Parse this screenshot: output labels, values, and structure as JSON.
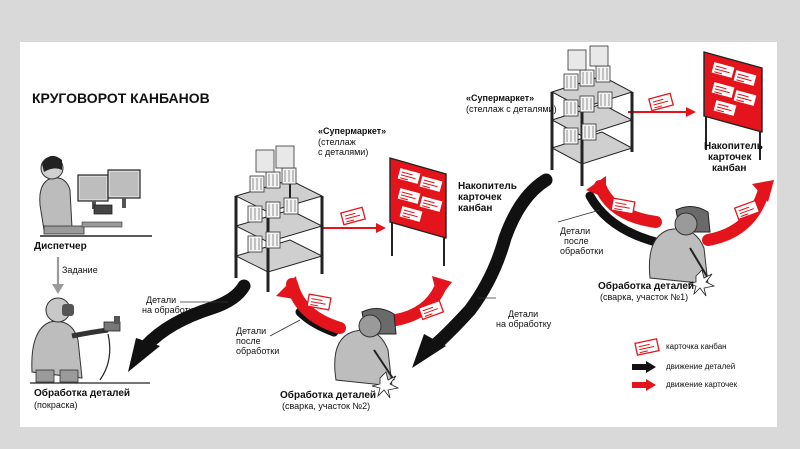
{
  "title": "КРУГОВОРОТ КАНБАНОВ",
  "dispatcher": {
    "label": "Диспетчер",
    "task_label": "Задание"
  },
  "painting": {
    "title": "Обработка деталей",
    "subtitle": "(покраска)"
  },
  "flow_left": {
    "label_line1": "Детали",
    "label_line2": "на обработку"
  },
  "supermarket_1": {
    "title": "«Супермаркет»",
    "line1": "(стеллаж",
    "line2": "с деталями)"
  },
  "board_1": {
    "line1": "Накопитель",
    "line2": "карточек",
    "line3": "канбан"
  },
  "after_1": {
    "line1": "Детали",
    "line2": "после",
    "line3": "обработки"
  },
  "welding_2": {
    "title": "Обработка деталей",
    "subtitle": "(сварка, участок №2)"
  },
  "flow_mid": {
    "label_line1": "Детали",
    "label_line2": "на обработку"
  },
  "supermarket_2": {
    "title": "«Супермаркет»",
    "line1": "(стеллаж с деталями)"
  },
  "board_2": {
    "line1": "Накопитель",
    "line2": "карточек",
    "line3": "канбан"
  },
  "after_2": {
    "line1": "Детали",
    "line2": "после",
    "line3": "обработки"
  },
  "welding_1": {
    "title": "Обработка деталей",
    "subtitle": "(сварка, участок №1)"
  },
  "legend": {
    "kanban_card": "карточка канбан",
    "parts_movement": "движение деталей",
    "cards_movement": "движение карточек"
  },
  "colors": {
    "red": "#e3141b",
    "black": "#111111",
    "frame": "#d9d9d9",
    "panel": "#ffffff",
    "gray": "#8c8c8c"
  }
}
